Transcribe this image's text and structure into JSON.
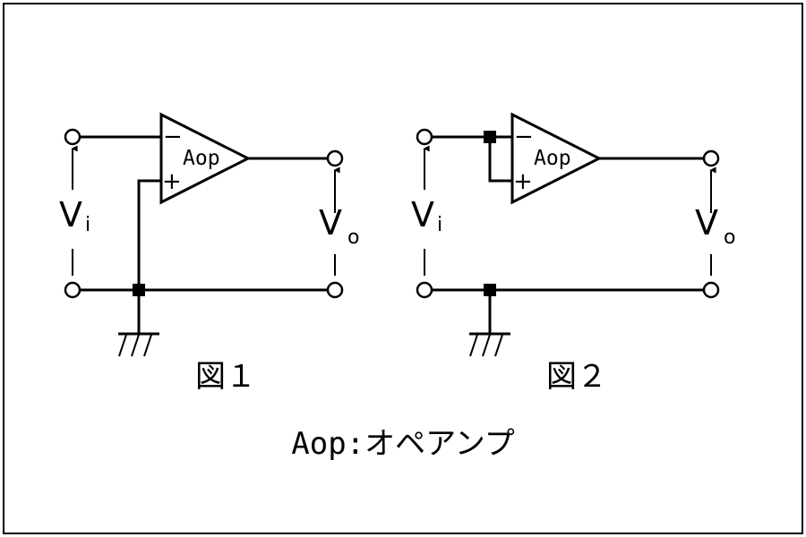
{
  "amp_label": "Aop",
  "minus_sign": "−",
  "plus_sign": "+",
  "input_voltage": {
    "main": "V",
    "sub": "i"
  },
  "output_voltage": {
    "main": "V",
    "sub": "o"
  },
  "figure1_caption": "図１",
  "figure2_caption": "図２",
  "legend": "Aop:オペアンプ"
}
